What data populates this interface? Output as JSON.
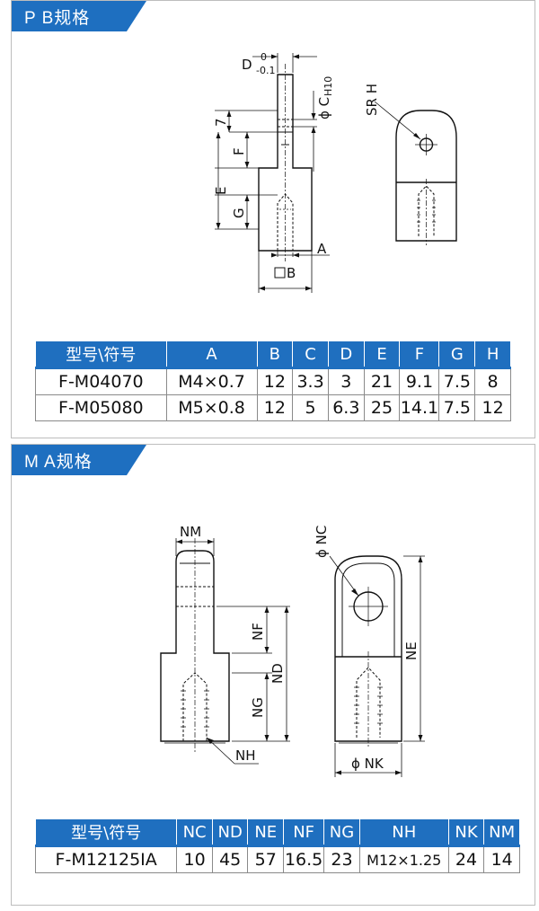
{
  "pb": {
    "title": "P B规格",
    "dims": {
      "D": "D",
      "tol_upper": "0",
      "tol_lower": "-0.1",
      "phi_c": "ϕ C",
      "h10": "H10",
      "seven": "7",
      "F": "F",
      "E": "E",
      "G": "G",
      "A": "A",
      "B": "B",
      "srh": "SR H"
    },
    "table": {
      "headers": [
        "型号\\符号",
        "A",
        "B",
        "C",
        "D",
        "E",
        "F",
        "G",
        "H"
      ],
      "rows": [
        [
          "F-M04070",
          "M4×0.7",
          "12",
          "3.3",
          "3",
          "21",
          "9.1",
          "7.5",
          "8"
        ],
        [
          "F-M05080",
          "M5×0.8",
          "12",
          "5",
          "6.3",
          "25",
          "14.1",
          "7.5",
          "12"
        ]
      ]
    }
  },
  "ma": {
    "title": "M A规格",
    "dims": {
      "NM": "NM",
      "NF": "NF",
      "ND": "ND",
      "NG": "NG",
      "NH": "NH",
      "NC": "ϕ NC",
      "NE": "NE",
      "NK": "ϕ NK"
    },
    "table": {
      "headers": [
        "型号\\符号",
        "NC",
        "ND",
        "NE",
        "NF",
        "NG",
        "NH",
        "NK",
        "NM"
      ],
      "rows": [
        [
          "F-M12125IA",
          "10",
          "45",
          "57",
          "16.5",
          "23",
          "M12×1.25",
          "24",
          "14"
        ]
      ]
    }
  }
}
